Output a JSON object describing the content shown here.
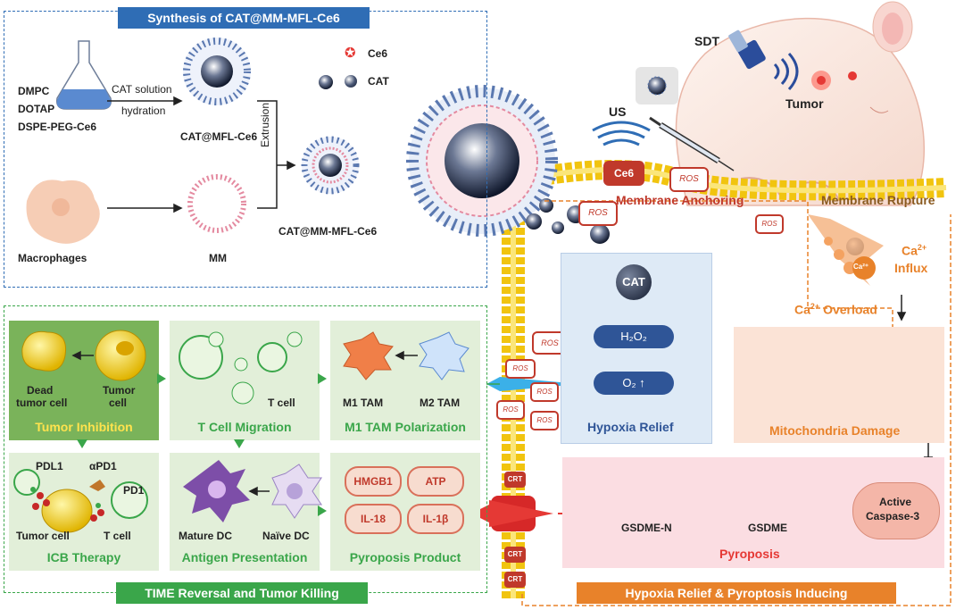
{
  "synthesis": {
    "header": "Synthesis of CAT@MM-MFL-Ce6",
    "lipids": [
      "DMPC",
      "DOTAP",
      "DSPE-PEG-Ce6"
    ],
    "step1_top": "CAT solution",
    "step1_bottom": "hydration",
    "mfl_label": "CAT@MFL-Ce6",
    "macrophages": "Macrophages",
    "mm": "MM",
    "extrusion": "Extrusion",
    "final_label": "CAT@MM-MFL-Ce6",
    "legend_ce6": "Ce6",
    "legend_cat": "CAT"
  },
  "mouse": {
    "sdt": "SDT",
    "tumor": "Tumor",
    "us": "US"
  },
  "membrane": {
    "ce6": "Ce6",
    "ros": "ROS",
    "anchoring": "Membrane Anchoring",
    "rupture": "Membrane Rupture",
    "ca_influx_ion": "Ca",
    "ca_influx_sup": "2+",
    "ca_influx_word": "Influx",
    "ca_bubble": "Ca²⁺",
    "overload_ion": "Ca",
    "overload_sup": "2+",
    "overload_word": "Overload",
    "crt": "CRT"
  },
  "hypoxia": {
    "cat": "CAT",
    "h2o2": "H₂O₂",
    "o2": "O₂ ↑",
    "title": "Hypoxia Relief"
  },
  "mito": {
    "title": "Mitochondria Damage"
  },
  "pyro": {
    "caspase_line1": "Active",
    "caspase_line2": "Caspase-3",
    "gsdme": "GSDME",
    "gsdme_n": "GSDME-N",
    "title": "Pyroposis"
  },
  "time": {
    "header": "TIME Reversal and Tumor Killing",
    "tumor_inhibition": {
      "title": "Tumor Inhibition",
      "dead": "Dead",
      "dead2": "tumor cell",
      "tumor": "Tumor",
      "tumor2": "cell"
    },
    "t_migration": {
      "title": "T Cell Migration",
      "tcell": "T cell"
    },
    "m1": {
      "title": "M1 TAM Polarization",
      "m1": "M1 TAM",
      "m2": "M2 TAM"
    },
    "icb": {
      "title": "ICB Therapy",
      "pdl1": "PDL1",
      "apd1": "αPD1",
      "pd1": "PD1",
      "tumor": "Tumor cell",
      "tcell": "T cell"
    },
    "antigen": {
      "title": "Antigen Presentation",
      "mature": "Mature DC",
      "naive": "Naïve DC"
    },
    "pyro_product": {
      "title": "Pyroposis Product",
      "items": [
        "HMGB1",
        "ATP",
        "IL-18",
        "IL-1β"
      ]
    }
  },
  "bottom_right_header": "Hypoxia Relief & Pyroptosis Inducing"
}
